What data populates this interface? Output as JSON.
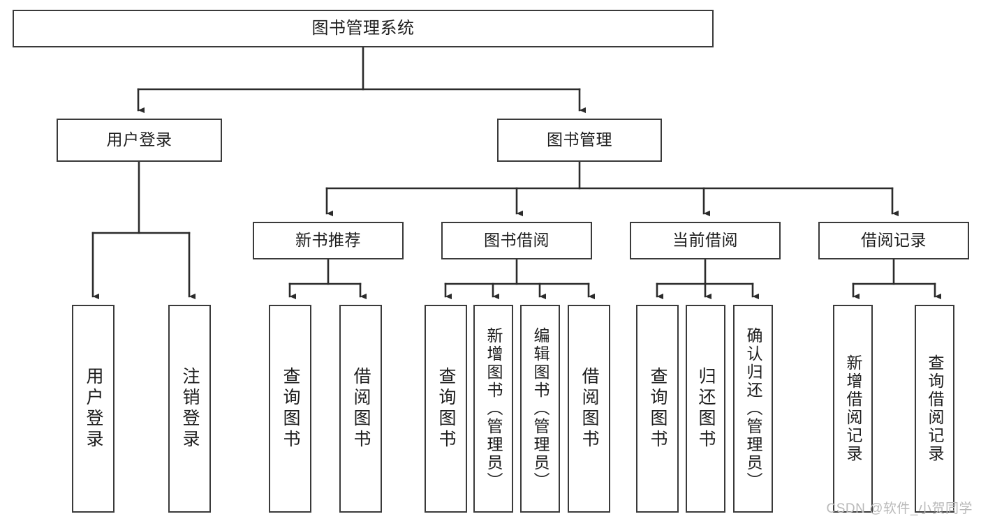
{
  "diagram": {
    "title": "图书管理系统",
    "type": "tree",
    "stroke_color": "#3a3a3a",
    "text_color": "#1d1d1d",
    "background": "#ffffff",
    "nodes": {
      "root": {
        "label": "图书管理系统"
      },
      "level1": [
        {
          "id": "user-login",
          "label": "用户登录"
        },
        {
          "id": "book-manage",
          "label": "图书管理"
        }
      ],
      "level2": [
        {
          "id": "new-book-recommend",
          "label": "新书推荐"
        },
        {
          "id": "book-borrow",
          "label": "图书借阅"
        },
        {
          "id": "current-borrow",
          "label": "当前借阅"
        },
        {
          "id": "borrow-record",
          "label": "借阅记录"
        }
      ],
      "leaves": [
        {
          "id": "leaf-user-login",
          "label": "用户登录",
          "parent": "user-login"
        },
        {
          "id": "leaf-logout-login",
          "label": "注销登录",
          "parent": "user-login"
        },
        {
          "id": "leaf-query-book-1",
          "label": "查询图书",
          "parent": "new-book-recommend"
        },
        {
          "id": "leaf-borrow-book-1",
          "label": "借阅图书",
          "parent": "new-book-recommend"
        },
        {
          "id": "leaf-query-book-2",
          "label": "查询图书",
          "parent": "book-borrow"
        },
        {
          "id": "leaf-add-book",
          "label": "新增图书（管理员）",
          "parent": "book-borrow"
        },
        {
          "id": "leaf-edit-book",
          "label": "编辑图书（管理员）",
          "parent": "book-borrow"
        },
        {
          "id": "leaf-borrow-book-2",
          "label": "借阅图书",
          "parent": "book-borrow"
        },
        {
          "id": "leaf-query-book-3",
          "label": "查询图书",
          "parent": "current-borrow"
        },
        {
          "id": "leaf-return-book",
          "label": "归还图书",
          "parent": "current-borrow"
        },
        {
          "id": "leaf-confirm-return",
          "label": "确认归还（管理员）",
          "parent": "current-borrow"
        },
        {
          "id": "leaf-add-record",
          "label": "新增借阅记录",
          "parent": "borrow-record"
        },
        {
          "id": "leaf-query-record",
          "label": "查询借阅记录",
          "parent": "borrow-record"
        }
      ]
    }
  },
  "watermark": {
    "text": "CSDN @软件_小贺同学"
  }
}
